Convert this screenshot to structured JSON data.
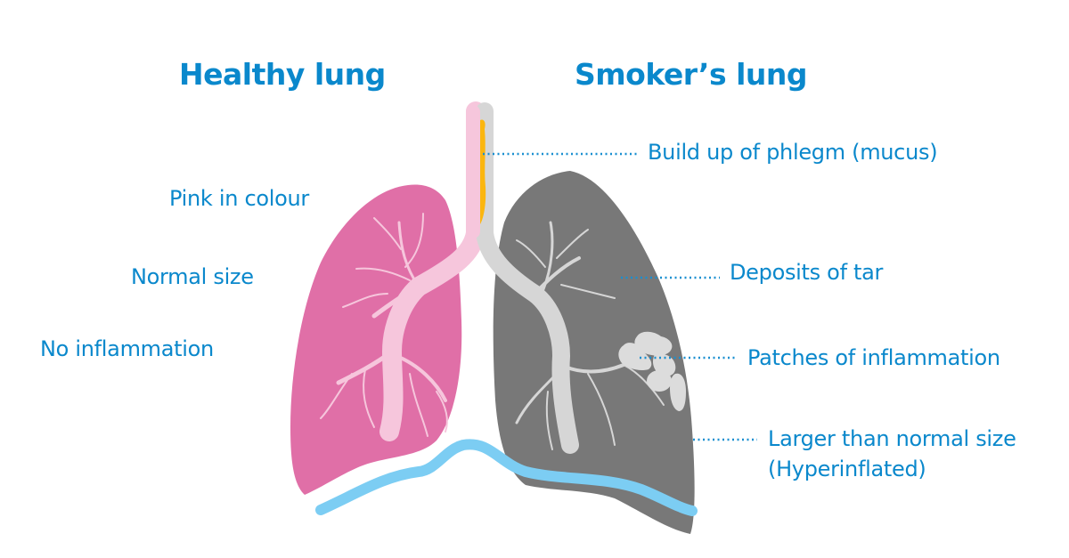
{
  "titles": {
    "healthy": "Healthy lung",
    "smoker": "Smoker’s lung"
  },
  "healthy_labels": [
    {
      "text": "Pink in colour"
    },
    {
      "text": "Normal size"
    },
    {
      "text": "No inflammation"
    }
  ],
  "smoker_labels": [
    {
      "text": "Build up of phlegm (mucus)"
    },
    {
      "text": "Deposits of tar"
    },
    {
      "text": "Patches of inflammation"
    },
    {
      "text": "Larger than normal size",
      "text2": "(Hyperinflated)"
    }
  ],
  "colors": {
    "text_blue": "#0a88cc",
    "healthy_lung": "#e06fa7",
    "healthy_airway": "#f6c6dc",
    "smoker_lung": "#787878",
    "smoker_airway": "#d6d6d6",
    "phlegm": "#fbb60f",
    "diaphragm": "#7ccdf3",
    "leader_dots": "#1a8fd0"
  },
  "icons": {
    "healthy_lung": "lung-healthy-icon",
    "smoker_lung": "lung-smoker-icon",
    "diaphragm": "diaphragm-line",
    "trachea": "trachea-icon"
  }
}
